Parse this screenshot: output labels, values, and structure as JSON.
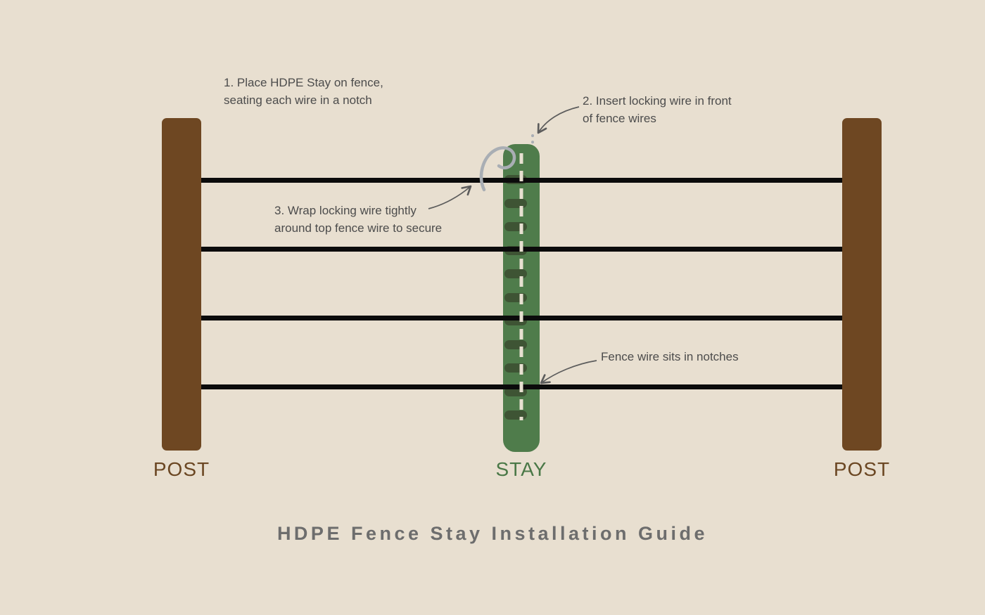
{
  "diagram": {
    "title": "HDPE Fence Stay Installation Guide",
    "labels": {
      "post_left": "POST",
      "stay": "STAY",
      "post_right": "POST"
    },
    "annotations": {
      "step1": "1. Place HDPE Stay on fence,\nseating each wire in a notch",
      "step2": "2. Insert locking wire in front\nof fence wires",
      "step3": "3. Wrap locking wire tightly\naround top fence wire to secure",
      "notch_note": "Fence wire sits in notches"
    },
    "colors": {
      "background": "#e8dfd0",
      "post": "#6e4722",
      "stay": "#4f7c4b",
      "notch": "#3e5434",
      "fence_wire": "#0b0b0b",
      "locking_wire": "#e7e0d1",
      "hook": "#a9aeb4",
      "arrow": "#5c5c5c",
      "annotation_text": "#4c4c4c",
      "title_text": "#6d6d6d"
    }
  }
}
